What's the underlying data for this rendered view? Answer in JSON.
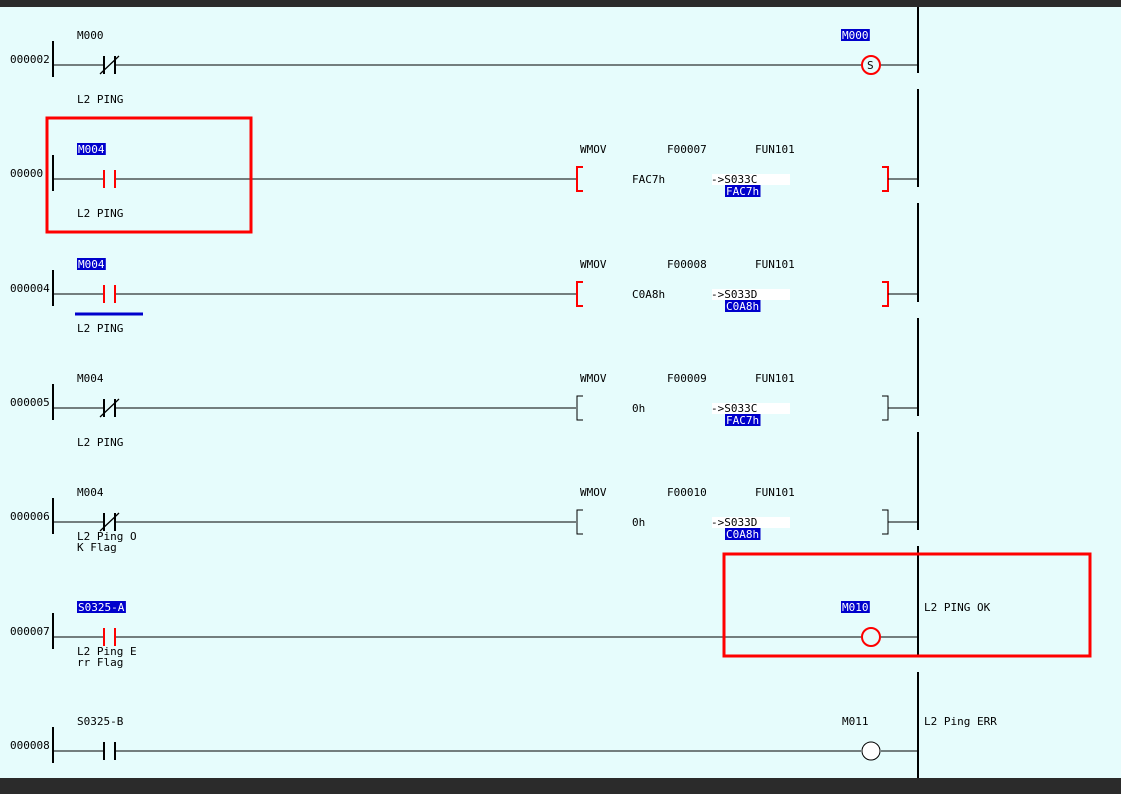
{
  "rungs": [
    {
      "line": "000002",
      "contact": "nc",
      "addr": "M000",
      "addr_hl": false,
      "comment": "L2 PING",
      "coil": {
        "kind": "set",
        "addr": "M000",
        "addr_hl": true
      }
    },
    {
      "line": "00000",
      "contact": "no",
      "addr": "M004",
      "addr_hl": true,
      "comment": "L2 PING",
      "box": {
        "op": "WMOV",
        "step": "F00007",
        "fun": "FUN101",
        "src": "FAC7h",
        "dst": "->S033C",
        "dst_val": "FAC7h",
        "red": true
      }
    },
    {
      "line": "000004",
      "contact": "no",
      "addr": "M004",
      "addr_hl": true,
      "comment": "L2 PING",
      "cursor": true,
      "box": {
        "op": "WMOV",
        "step": "F00008",
        "fun": "FUN101",
        "src": "C0A8h",
        "dst": "->S033D",
        "dst_val": "C0A8h",
        "red": true
      }
    },
    {
      "line": "000005",
      "contact": "nc",
      "addr": "M004",
      "addr_hl": false,
      "comment": "L2 PING",
      "box": {
        "op": "WMOV",
        "step": "F00009",
        "fun": "FUN101",
        "src": "0h",
        "dst": "->S033C",
        "dst_val": "FAC7h",
        "red": false
      }
    },
    {
      "line": "000006",
      "contact": "nc",
      "addr": "M004",
      "addr_hl": false,
      "comment": "L2 Ping O\nK Flag",
      "box": {
        "op": "WMOV",
        "step": "F00010",
        "fun": "FUN101",
        "src": "0h",
        "dst": "->S033D",
        "dst_val": "C0A8h",
        "red": false
      }
    },
    {
      "line": "000007",
      "contact": "no",
      "addr": "S0325-A",
      "addr_hl": true,
      "comment": "L2 Ping E\nrr Flag",
      "coil": {
        "kind": "out",
        "addr": "M010",
        "addr_hl": true,
        "label": "L2 PING OK",
        "active": true
      }
    },
    {
      "line": "000008",
      "contact": "no",
      "addr": "S0325-B",
      "addr_hl": false,
      "comment": "",
      "coil": {
        "kind": "out",
        "addr": "M011",
        "addr_hl": false,
        "label": "L2 Ping ERR",
        "active": false
      }
    }
  ],
  "colors": {
    "background": "#e6fcfc",
    "active": "#ff0000",
    "highlight": "#0000cc",
    "wire": "#000000",
    "annotation": "#ff0000"
  }
}
